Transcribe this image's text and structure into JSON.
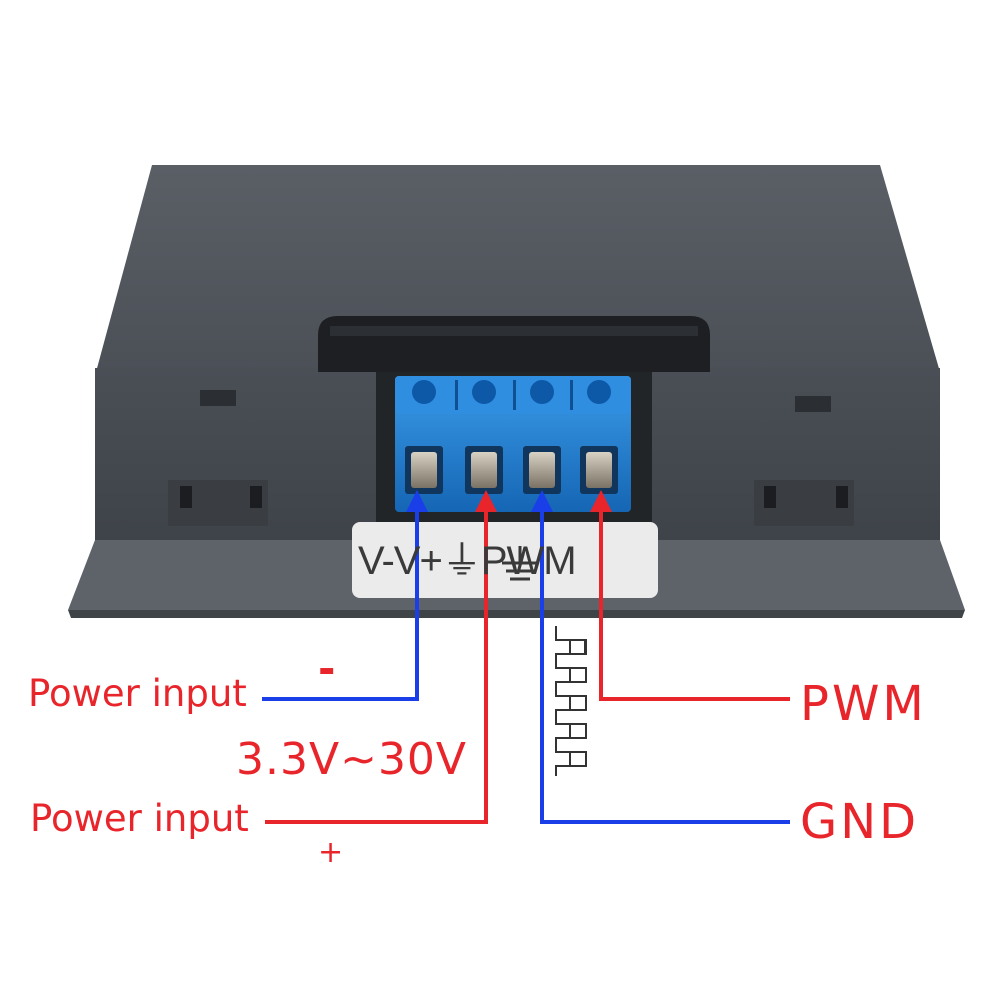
{
  "device": {
    "terminal_marking": "V-V+⏚PWM"
  },
  "labels": {
    "power_input_negative": "Power input",
    "negative_sign": "-",
    "voltage_range": "3.3V~30V",
    "power_input_positive": "Power input",
    "positive_sign": "+",
    "pwm": "PWM",
    "gnd": "GND"
  },
  "colors": {
    "negative_wire": "#1a3ee8",
    "positive_wire": "#e8252b",
    "terminal_block": "#1e7fd0",
    "case": "#4a4f55",
    "text_red": "#e8252b"
  },
  "icons": [
    "ground-icon",
    "arrow-up-icon",
    "pwm-waveform-icon"
  ]
}
